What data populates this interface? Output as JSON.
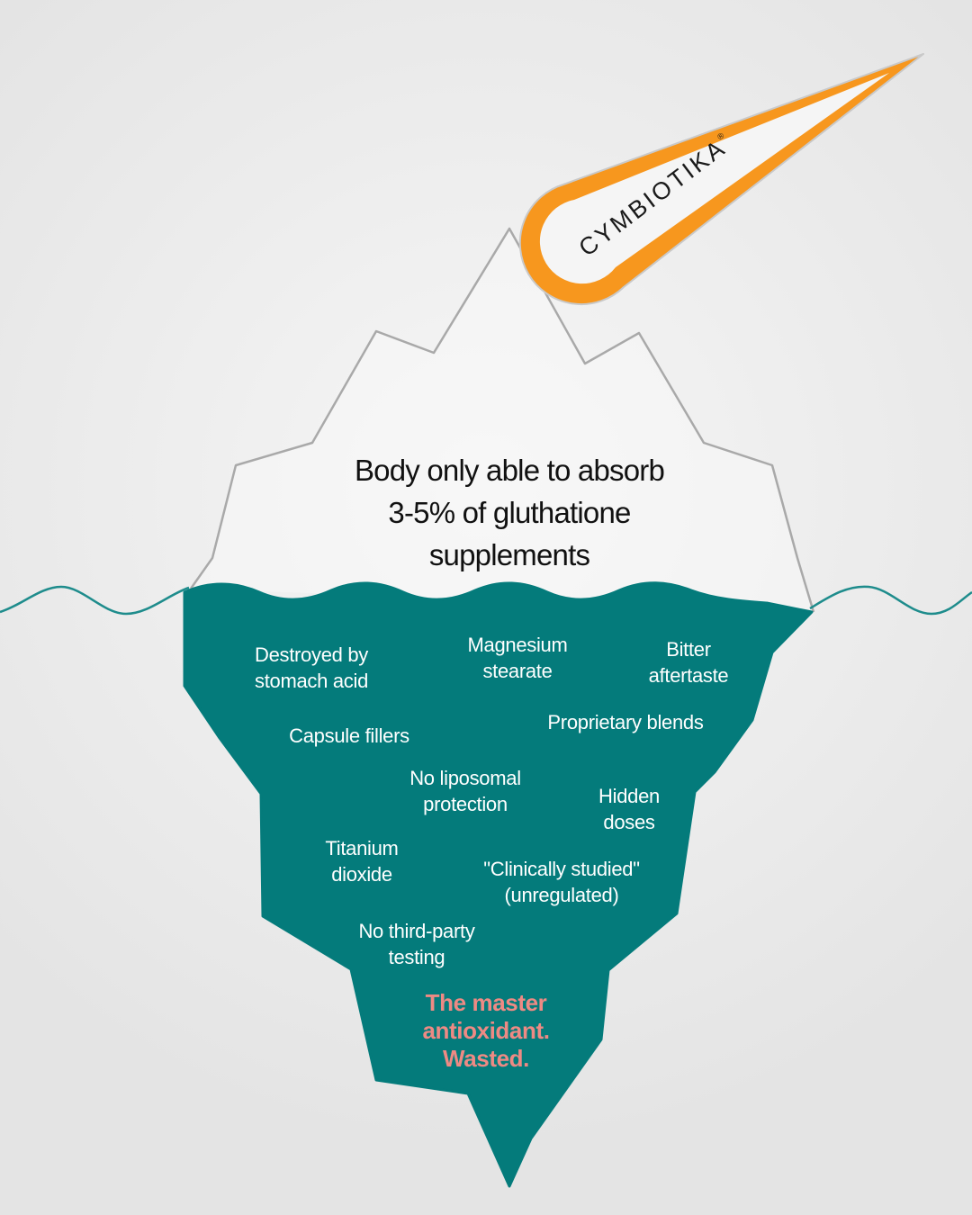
{
  "headline": "Body only able to absorb\n3-5% of gluthatione\nsupplements",
  "labels": [
    {
      "text": "Destroyed by\nstomach acid"
    },
    {
      "text": "Magnesium\nstearate"
    },
    {
      "text": "Bitter\naftertaste"
    },
    {
      "text": "Capsule fillers"
    },
    {
      "text": "Proprietary blends"
    },
    {
      "text": "No liposomal\nprotection"
    },
    {
      "text": "Hidden\ndoses"
    },
    {
      "text": "Titanium\ndioxide"
    },
    {
      "text": "\"Clinically studied\"\n(unregulated)"
    },
    {
      "text": "No third-party\ntesting"
    }
  ],
  "tagline": "The master\nantioxidant.\nWasted.",
  "brand": {
    "name": "CYMBIOTIKA",
    "mark": "®"
  },
  "colors": {
    "teal": "#047b7b",
    "iceberg_outline": "#a9a9a9",
    "tagline": "#ee8a84",
    "comet_orange": "#f7971e",
    "comet_outline": "#c9c9c9",
    "text_dark": "#111111"
  }
}
